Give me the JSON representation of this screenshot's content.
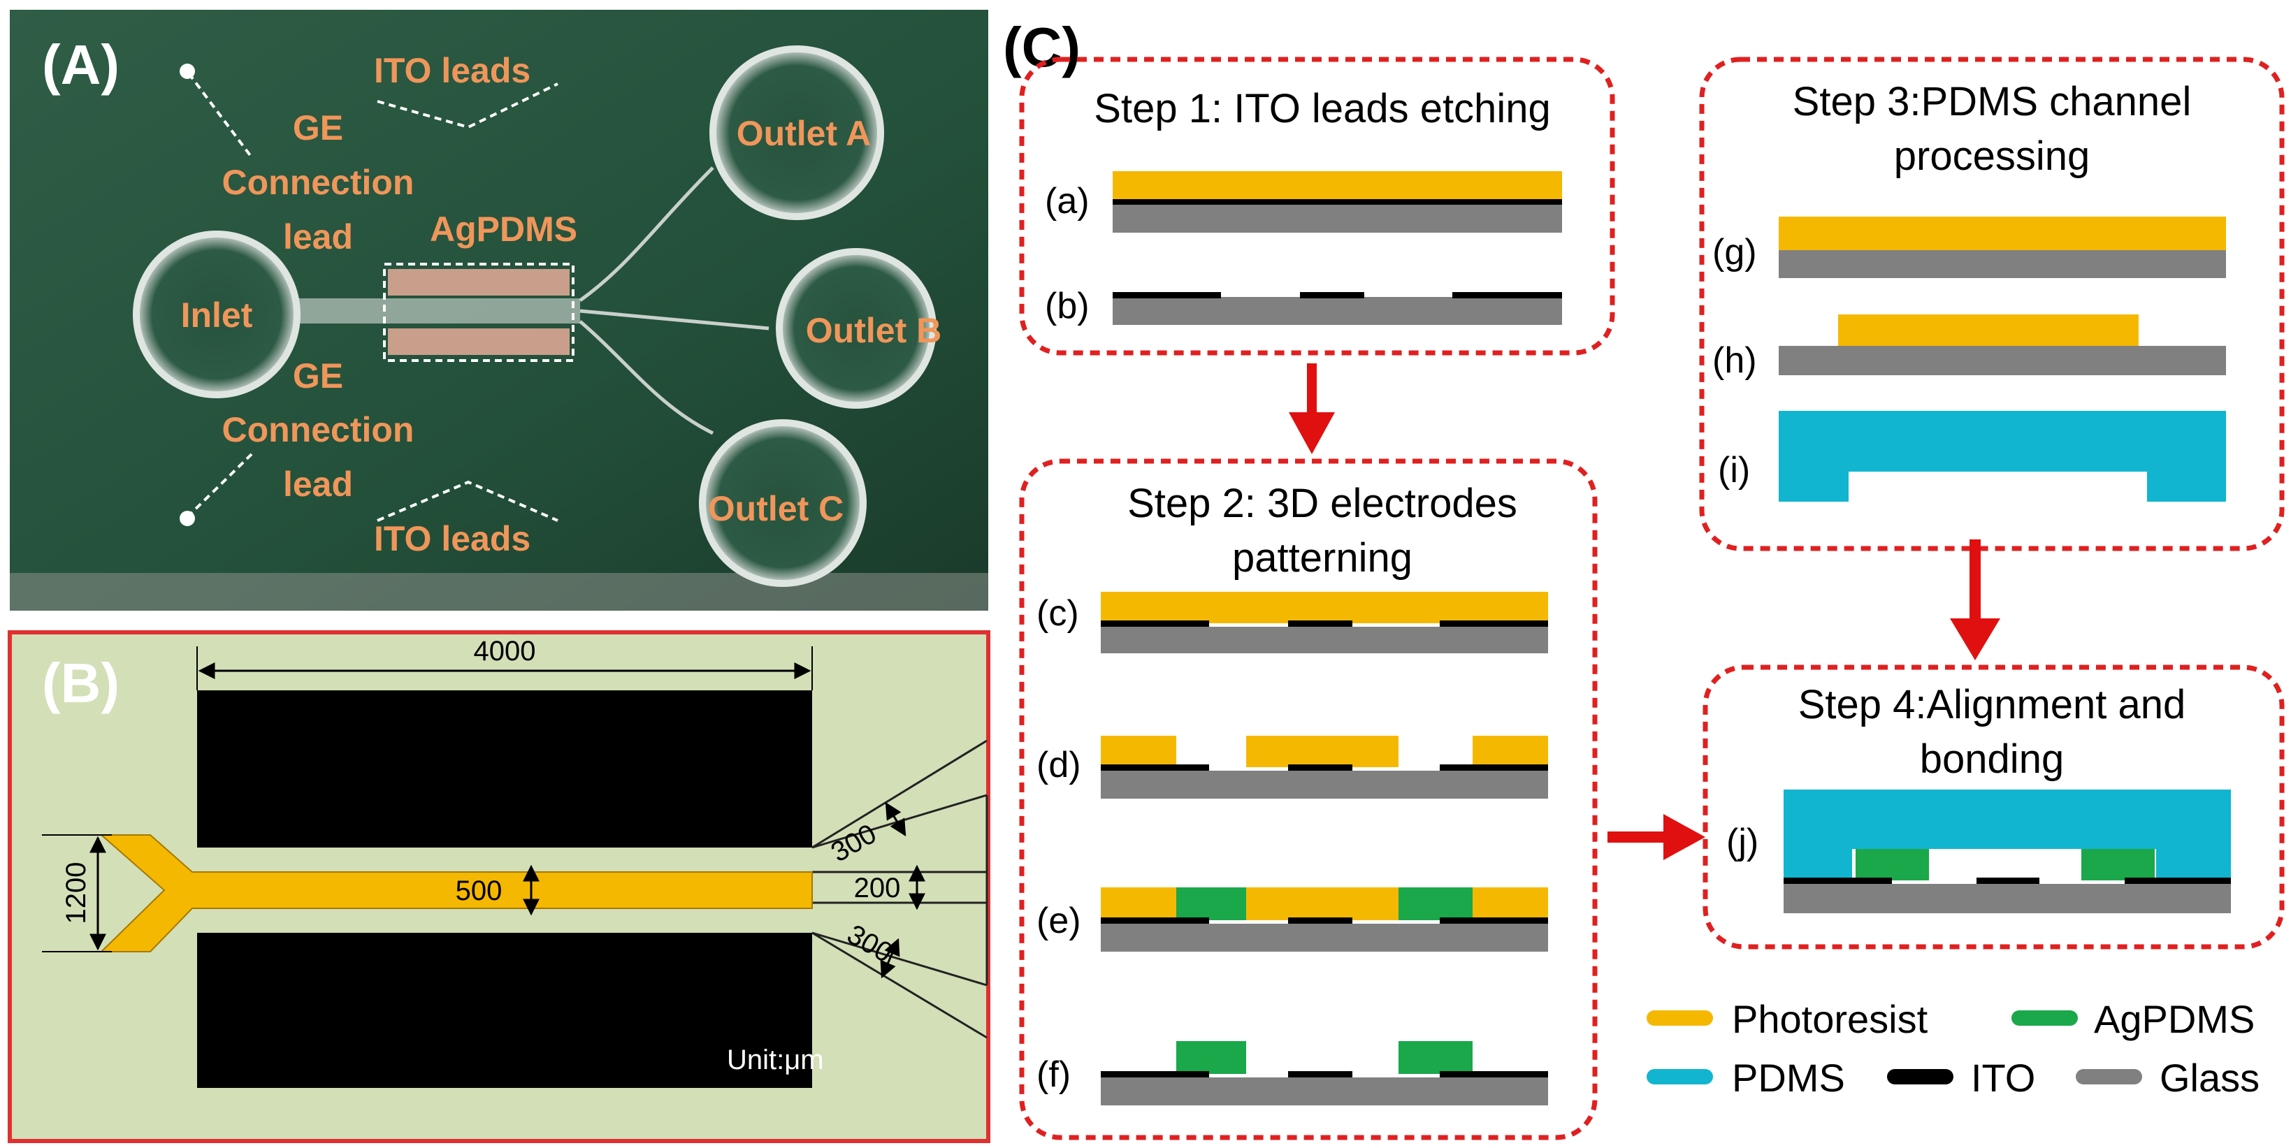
{
  "colors": {
    "photoresist": "#f5b800",
    "agpdms": "#1aa84a",
    "pdms": "#12b5cf",
    "ito": "#000000",
    "glass": "#808080",
    "box_border": "#e02020",
    "arrow": "#e01010",
    "photo_label": "#f0965a",
    "panel_b_bg": "#d3dfb7",
    "panel_b_border": "#e03030"
  },
  "panel_a": {
    "letter": "(A)",
    "labels": {
      "ito_top": "ITO leads",
      "ge_top_1": "GE",
      "ge_top_2": "Connection",
      "ge_top_3": "lead",
      "agpdms": "AgPDMS",
      "inlet": "Inlet",
      "outlet_a": "Outlet A",
      "outlet_b": "Outlet B",
      "outlet_c": "Outlet C",
      "ge_bottom_1": "GE",
      "ge_bottom_2": "Connection",
      "ge_bottom_3": "lead",
      "ito_bottom": "ITO leads"
    }
  },
  "panel_b": {
    "letter": "(B)",
    "dim_length": "4000",
    "dim_inlet_width": "1200",
    "dim_channel_width": "500",
    "dim_branch_top": "300",
    "dim_middle": "200",
    "dim_branch_bottom": "300",
    "unit": "Unit:μm"
  },
  "panel_c": {
    "letter": "(C)",
    "step1": {
      "title": "Step 1: ITO leads etching",
      "labels": [
        "(a)",
        "(b)"
      ]
    },
    "step2": {
      "title_1": "Step 2: 3D electrodes",
      "title_2": "patterning",
      "labels": [
        "(c)",
        "(d)",
        "(e)",
        "(f)"
      ]
    },
    "step3": {
      "title_1": "Step 3:PDMS channel",
      "title_2": "processing",
      "labels": [
        "(g)",
        "(h)",
        "(i)"
      ]
    },
    "step4": {
      "title_1": "Step 4:Alignment and",
      "title_2": "bonding",
      "labels": [
        "(j)"
      ]
    },
    "legend": [
      "Photoresist",
      "AgPDMS",
      "PDMS",
      "ITO",
      "Glass"
    ]
  }
}
